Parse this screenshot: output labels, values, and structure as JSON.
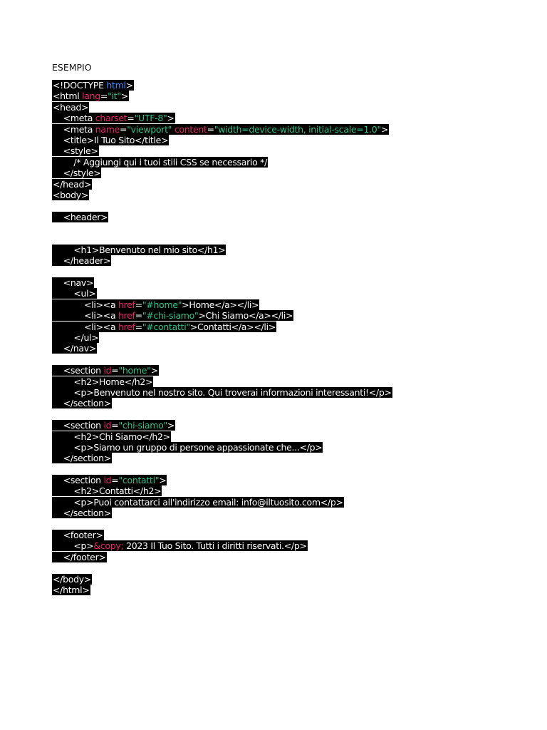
{
  "document": {
    "heading": "ESEMPIO",
    "code_lines": [
      {
        "kind": "line",
        "parts": [
          {
            "c": "t",
            "v": "<!DOCTYPE "
          },
          {
            "c": "kw",
            "v": "html"
          },
          {
            "c": "t",
            "v": ">"
          }
        ]
      },
      {
        "kind": "line",
        "parts": [
          {
            "c": "t",
            "v": "<html "
          },
          {
            "c": "at",
            "v": "lang"
          },
          {
            "c": "t",
            "v": "="
          },
          {
            "c": "st",
            "v": "\"it\""
          },
          {
            "c": "t",
            "v": ">"
          }
        ]
      },
      {
        "kind": "line",
        "parts": [
          {
            "c": "t",
            "v": "<head>"
          }
        ]
      },
      {
        "kind": "line",
        "parts": [
          {
            "c": "t",
            "v": "    <meta "
          },
          {
            "c": "at",
            "v": "charset"
          },
          {
            "c": "t",
            "v": "="
          },
          {
            "c": "st",
            "v": "\"UTF-8\""
          },
          {
            "c": "t",
            "v": ">"
          }
        ]
      },
      {
        "kind": "line",
        "parts": [
          {
            "c": "t",
            "v": "    <meta "
          },
          {
            "c": "at",
            "v": "name"
          },
          {
            "c": "t",
            "v": "="
          },
          {
            "c": "st",
            "v": "\"viewport\""
          },
          {
            "c": "t",
            "v": " "
          },
          {
            "c": "at",
            "v": "content"
          },
          {
            "c": "t",
            "v": "="
          },
          {
            "c": "st",
            "v": "\"width=device-width, initial-scale=1.0\""
          },
          {
            "c": "t",
            "v": ">"
          }
        ]
      },
      {
        "kind": "line",
        "parts": [
          {
            "c": "t",
            "v": "    <title>Il Tuo Sito</title>"
          }
        ]
      },
      {
        "kind": "line",
        "parts": [
          {
            "c": "t",
            "v": "    <style>"
          }
        ]
      },
      {
        "kind": "line",
        "parts": [
          {
            "c": "t",
            "v": "        /* Aggiungi qui i tuoi stili CSS se necessario */"
          }
        ]
      },
      {
        "kind": "line",
        "parts": [
          {
            "c": "t",
            "v": "    </style>"
          }
        ]
      },
      {
        "kind": "line",
        "parts": [
          {
            "c": "t",
            "v": "</head>"
          }
        ]
      },
      {
        "kind": "line",
        "parts": [
          {
            "c": "t",
            "v": "<body>"
          }
        ]
      },
      {
        "kind": "blank"
      },
      {
        "kind": "line",
        "parts": [
          {
            "c": "t",
            "v": "    <header>"
          }
        ]
      },
      {
        "kind": "tallblank"
      },
      {
        "kind": "line",
        "parts": [
          {
            "c": "t",
            "v": "        <h1>Benvenuto nel mio sito</h1>"
          }
        ]
      },
      {
        "kind": "line",
        "parts": [
          {
            "c": "t",
            "v": "    </header>"
          }
        ]
      },
      {
        "kind": "blank"
      },
      {
        "kind": "line",
        "parts": [
          {
            "c": "t",
            "v": "    <nav>"
          }
        ]
      },
      {
        "kind": "line",
        "parts": [
          {
            "c": "t",
            "v": "        <ul>"
          }
        ]
      },
      {
        "kind": "line",
        "parts": [
          {
            "c": "t",
            "v": "            <li><a "
          },
          {
            "c": "at",
            "v": "href"
          },
          {
            "c": "t",
            "v": "="
          },
          {
            "c": "st",
            "v": "\"#home\""
          },
          {
            "c": "t",
            "v": ">Home</a></li>"
          }
        ]
      },
      {
        "kind": "line",
        "parts": [
          {
            "c": "t",
            "v": "            <li><a "
          },
          {
            "c": "at",
            "v": "href"
          },
          {
            "c": "t",
            "v": "="
          },
          {
            "c": "st",
            "v": "\"#chi-siamo\""
          },
          {
            "c": "t",
            "v": ">Chi Siamo</a></li>"
          }
        ]
      },
      {
        "kind": "line",
        "parts": [
          {
            "c": "t",
            "v": "            <li><a "
          },
          {
            "c": "at",
            "v": "href"
          },
          {
            "c": "t",
            "v": "="
          },
          {
            "c": "st",
            "v": "\"#contatti\""
          },
          {
            "c": "t",
            "v": ">Contatti</a></li>"
          }
        ]
      },
      {
        "kind": "line",
        "parts": [
          {
            "c": "t",
            "v": "        </ul>"
          }
        ]
      },
      {
        "kind": "line",
        "parts": [
          {
            "c": "t",
            "v": "    </nav>"
          }
        ]
      },
      {
        "kind": "blank"
      },
      {
        "kind": "line",
        "parts": [
          {
            "c": "t",
            "v": "    <section "
          },
          {
            "c": "at",
            "v": "id"
          },
          {
            "c": "t",
            "v": "="
          },
          {
            "c": "st",
            "v": "\"home\""
          },
          {
            "c": "t",
            "v": ">"
          }
        ]
      },
      {
        "kind": "line",
        "parts": [
          {
            "c": "t",
            "v": "        <h2>Home</h2>"
          }
        ]
      },
      {
        "kind": "line",
        "parts": [
          {
            "c": "t",
            "v": "        <p>Benvenuto nel nostro sito. Qui troverai informazioni interessanti!</p>"
          }
        ]
      },
      {
        "kind": "line",
        "parts": [
          {
            "c": "t",
            "v": "    </section>"
          }
        ]
      },
      {
        "kind": "blank"
      },
      {
        "kind": "line",
        "parts": [
          {
            "c": "t",
            "v": "    <section "
          },
          {
            "c": "at",
            "v": "id"
          },
          {
            "c": "t",
            "v": "="
          },
          {
            "c": "st",
            "v": "\"chi-siamo\""
          },
          {
            "c": "t",
            "v": ">"
          }
        ]
      },
      {
        "kind": "line",
        "parts": [
          {
            "c": "t",
            "v": "        <h2>Chi Siamo</h2>"
          }
        ]
      },
      {
        "kind": "line",
        "parts": [
          {
            "c": "t",
            "v": "        <p>Siamo un gruppo di persone appassionate che...</p>"
          }
        ]
      },
      {
        "kind": "line",
        "parts": [
          {
            "c": "t",
            "v": "    </section>"
          }
        ]
      },
      {
        "kind": "blank"
      },
      {
        "kind": "line",
        "parts": [
          {
            "c": "t",
            "v": "    <section "
          },
          {
            "c": "at",
            "v": "id"
          },
          {
            "c": "t",
            "v": "="
          },
          {
            "c": "st",
            "v": "\"contatti\""
          },
          {
            "c": "t",
            "v": ">"
          }
        ]
      },
      {
        "kind": "line",
        "parts": [
          {
            "c": "t",
            "v": "        <h2>Contatti</h2>"
          }
        ]
      },
      {
        "kind": "line",
        "parts": [
          {
            "c": "t",
            "v": "        <p>Puoi contattarci all'indirizzo email: info@iltuosito.com</p>"
          }
        ]
      },
      {
        "kind": "line",
        "parts": [
          {
            "c": "t",
            "v": "    </section>"
          }
        ]
      },
      {
        "kind": "blank"
      },
      {
        "kind": "line",
        "parts": [
          {
            "c": "t",
            "v": "    <footer>"
          }
        ]
      },
      {
        "kind": "line",
        "parts": [
          {
            "c": "t",
            "v": "        <p>"
          },
          {
            "c": "ent",
            "v": "&copy;"
          },
          {
            "c": "t",
            "v": " 2023 Il Tuo Sito. Tutti i diritti riservati.</p>"
          }
        ]
      },
      {
        "kind": "line",
        "parts": [
          {
            "c": "t",
            "v": "    </footer>"
          }
        ]
      },
      {
        "kind": "blank"
      },
      {
        "kind": "line",
        "parts": [
          {
            "c": "t",
            "v": "</body>"
          }
        ]
      },
      {
        "kind": "line",
        "parts": [
          {
            "c": "t",
            "v": "</html>"
          }
        ]
      }
    ]
  },
  "colors": {
    "highlight_bg": "#000000",
    "text": "#ffffff",
    "keyword": "#3d8bff",
    "attribute": "#e8246b",
    "string": "#2fc28a"
  }
}
